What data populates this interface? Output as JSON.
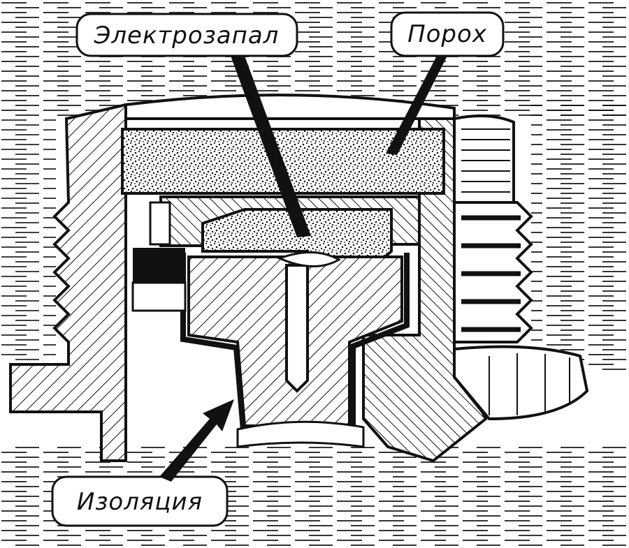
{
  "labels": {
    "primer": "Электрозапал",
    "powder": "Порох",
    "insulation": "Изоляция"
  },
  "colors": {
    "ink": "#111111",
    "paper": "#ffffff"
  }
}
